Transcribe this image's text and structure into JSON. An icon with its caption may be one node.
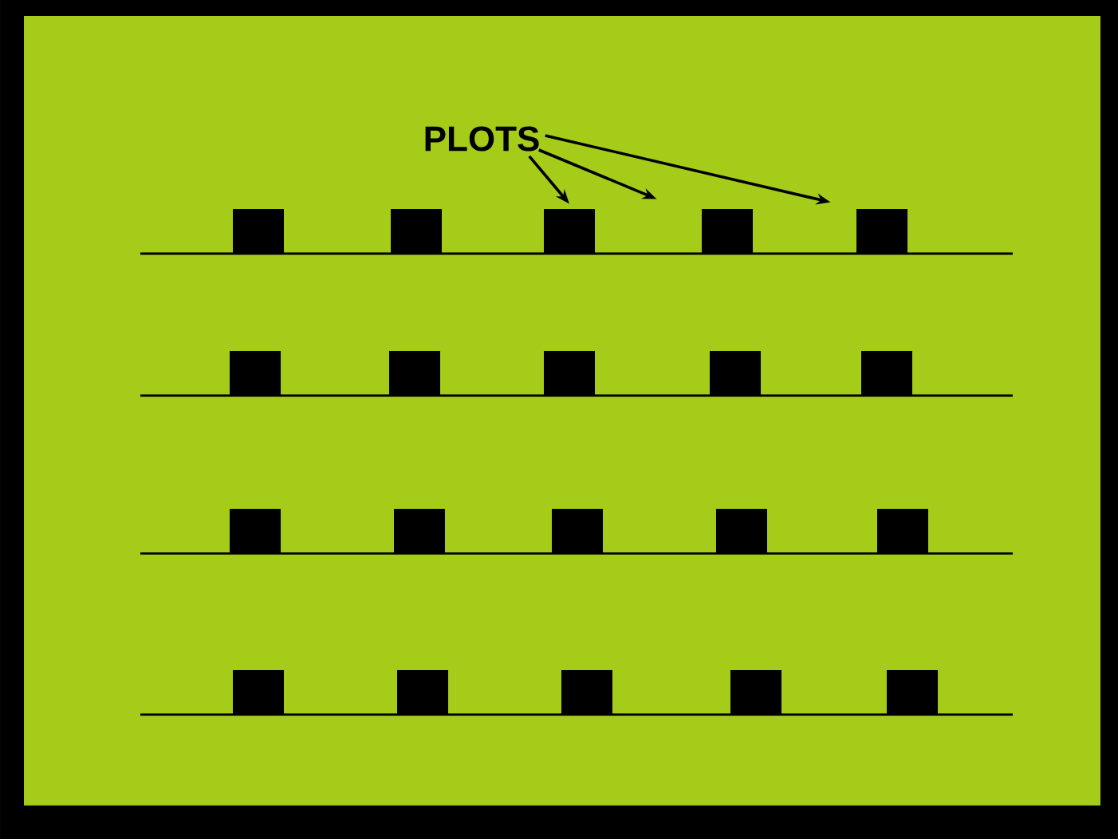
{
  "diagram": {
    "nodes": [
      {
        "text": [
          "PLOTS"
        ]
      },
      {
        "text": [],
        "shape": "box"
      },
      {
        "text": [],
        "shape": "box"
      },
      {
        "text": [],
        "shape": "box"
      },
      {
        "text": [],
        "shape": "box"
      },
      {
        "text": [],
        "shape": "box"
      },
      {
        "text": [],
        "shape": "box"
      },
      {
        "text": [],
        "shape": "box"
      },
      {
        "text": [],
        "shape": "box"
      },
      {
        "text": [],
        "shape": "box"
      },
      {
        "text": [],
        "shape": "box"
      },
      {
        "text": [],
        "shape": "box"
      },
      {
        "text": [],
        "shape": "box"
      },
      {
        "text": [],
        "shape": "box"
      },
      {
        "text": [],
        "shape": "box"
      },
      {
        "text": [],
        "shape": "box"
      },
      {
        "text": [],
        "shape": "box"
      },
      {
        "text": [],
        "shape": "box"
      },
      {
        "text": [],
        "shape": "box"
      },
      {
        "text": [],
        "shape": "box"
      },
      {
        "text": [],
        "shape": "box"
      }
    ],
    "edges": [
      {
        "from": 0,
        "to": 3,
        "arrow": "to"
      },
      {
        "from": 0,
        "to": 4,
        "arrow": "to"
      },
      {
        "from": 0,
        "to": 5,
        "arrow": "to"
      }
    ]
  }
}
